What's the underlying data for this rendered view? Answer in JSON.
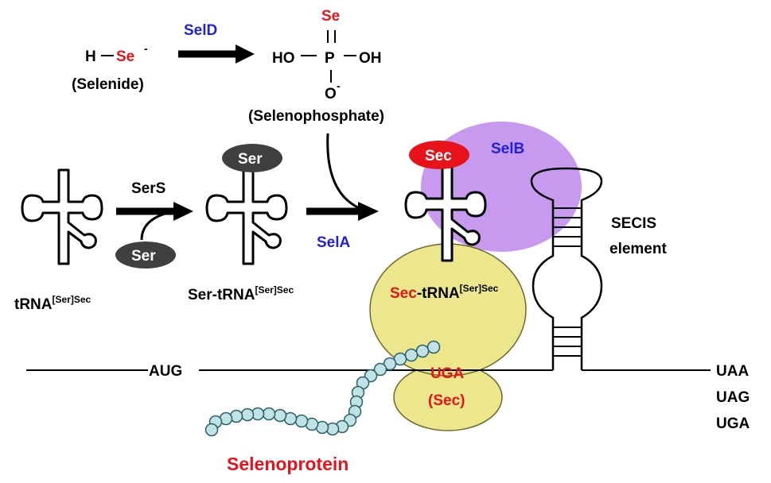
{
  "reaction": {
    "selenide_h": "H",
    "selenide_se": "Se",
    "selenide_charge": "-",
    "selenide_label": "(Selenide)",
    "seld_enzyme": "SelD",
    "phosphate_se": "Se",
    "phosphate_ho": "HO",
    "phosphate_p": "P",
    "phosphate_oh": "OH",
    "phosphate_o": "O",
    "phosphate_charge": "-",
    "phosphate_label": "(Selenophosphate)"
  },
  "trna": {
    "trna_base": "tRNA",
    "trna_sup": "[Ser]Sec",
    "sers_enzyme": "SerS",
    "ser_free": "Ser",
    "ser_bound": "Ser",
    "sertrna_base": "Ser-tRNA",
    "sertrna_sup": "[Ser]Sec",
    "sela_enzyme": "SelA",
    "sec_bound": "Sec",
    "selb_factor": "SelB"
  },
  "ribosome": {
    "sectrna_sec": "Sec",
    "sectrna_base": "-tRNA",
    "sectrna_sup": "[Ser]Sec",
    "uga_codon": "UGA",
    "uga_sec": "(Sec)",
    "aug_codon": "AUG",
    "secis_line1": "SECIS",
    "secis_line2": "element",
    "stop_codons": [
      "UAA",
      "UAG",
      "UGA"
    ],
    "product_label": "Selenoprotein"
  },
  "colors": {
    "red": "#e8121a",
    "blue": "#1f1fe0",
    "black": "#000000",
    "ribosome_fill": "#ece68c",
    "ribosome_stroke": "#6b6a2a",
    "selb_fill": "#c79af0",
    "ser_oval": "#3f3f3f",
    "sec_oval": "#e8121a",
    "bead_fill": "#bfe3e6",
    "bead_stroke": "#2d5f68"
  }
}
